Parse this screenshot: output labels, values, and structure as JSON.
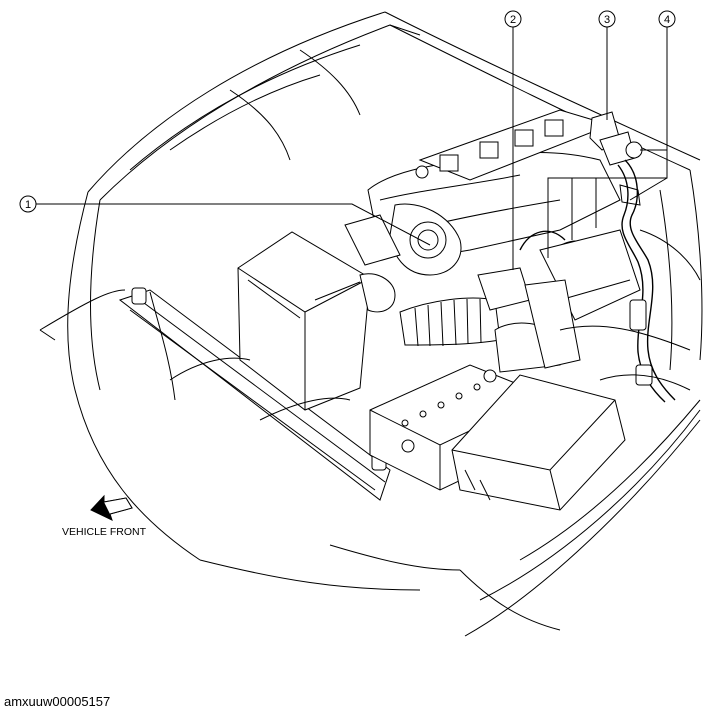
{
  "callouts": [
    {
      "number": "1"
    },
    {
      "number": "2"
    },
    {
      "number": "3"
    },
    {
      "number": "4"
    }
  ],
  "orientation": {
    "label": "VEHICLE FRONT",
    "icon": "arrow-icon"
  },
  "figure": {
    "code": "amxuuw00005157"
  }
}
